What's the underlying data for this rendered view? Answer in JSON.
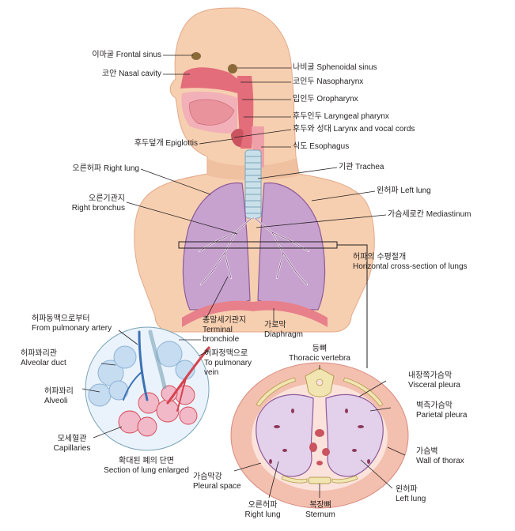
{
  "labels": {
    "frontal_sinus": "이마굴 Frontal sinus",
    "nasal_cavity": "코안 Nasal cavity",
    "sphenoidal_sinus": "나비굴 Sphenoidal sinus",
    "nasopharynx": "코인두 Nasopharynx",
    "oropharynx": "입인두 Oropharynx",
    "laryngeal_pharynx": "후두인두 Laryngeal pharynx",
    "larynx": "후두와 성대 Larynx and vocal cords",
    "esophagus": "식도 Esophagus",
    "epiglottis": "후두덮개 Epiglottis",
    "trachea": "기관 Trachea",
    "right_lung": "오른허파 Right lung",
    "left_lung": "왼허파 Left lung",
    "right_bronchus_ko": "오른기관지",
    "right_bronchus_en": "Right bronchus",
    "mediastinum": "가슴세로칸 Mediastinum",
    "cross_section_ko": "허파의 수평절개",
    "cross_section_en": "Horizontal cross-section of lungs",
    "terminal_bronchiole_ko": "종말세기관지",
    "terminal_bronchiole_en1": "Terminal",
    "terminal_bronchiole_en2": "bronchiole",
    "diaphragm_ko": "가로막",
    "diaphragm_en": "Diaphragm",
    "pulmonary_artery_ko": "허파동맥으로부터",
    "pulmonary_artery_en": "From pulmonary artery",
    "alveolar_duct_ko": "허파꽈리관",
    "alveolar_duct_en": "Alveolar duct",
    "alveoli_ko": "허파꽈리",
    "alveoli_en": "Alveoli",
    "pulmonary_vein_ko": "허파정맥으로",
    "pulmonary_vein_en1": "To pulmonary",
    "pulmonary_vein_en2": "vein",
    "capillaries_ko": "모세혈관",
    "capillaries_en": "Capillaries",
    "enlarged_ko": "확대된 폐의 단면",
    "enlarged_en": "Section of lung enlarged",
    "thoracic_vertebra_ko": "등뼈",
    "thoracic_vertebra_en": "Thoracic vertebra",
    "visceral_pleura_ko": "내장쪽가슴막",
    "visceral_pleura_en": "Visceral pleura",
    "parietal_pleura_ko": "벽측가슴막",
    "parietal_pleura_en": "Parietal pleura",
    "wall_of_thorax_ko": "가슴벽",
    "wall_of_thorax_en": "Wall of thorax",
    "pleural_space_ko": "가슴막강",
    "pleural_space_en": "Pleural space",
    "cs_right_lung_ko": "오른허파",
    "cs_right_lung_en": "Right lung",
    "sternum_ko": "복장뼈",
    "sternum_en": "Sternum",
    "cs_left_lung_ko": "왼허파",
    "cs_left_lung_en": "Left lung"
  },
  "colors": {
    "skin": "#f6cfb0",
    "skin_shadow": "#ecb896",
    "lung": "#c7a2cf",
    "lung_dark": "#8e5a9b",
    "airway": "#e36d7a",
    "trachea": "#c9e0ea",
    "diaphragm": "#e7808a",
    "alveoli_blue": "#c6dcf1",
    "alveoli_pink": "#f2b9c9",
    "vessel_red": "#d64350",
    "vessel_blue": "#3d72b4",
    "thorax_wall": "#f3bfae",
    "bone": "#f1e6b2"
  }
}
